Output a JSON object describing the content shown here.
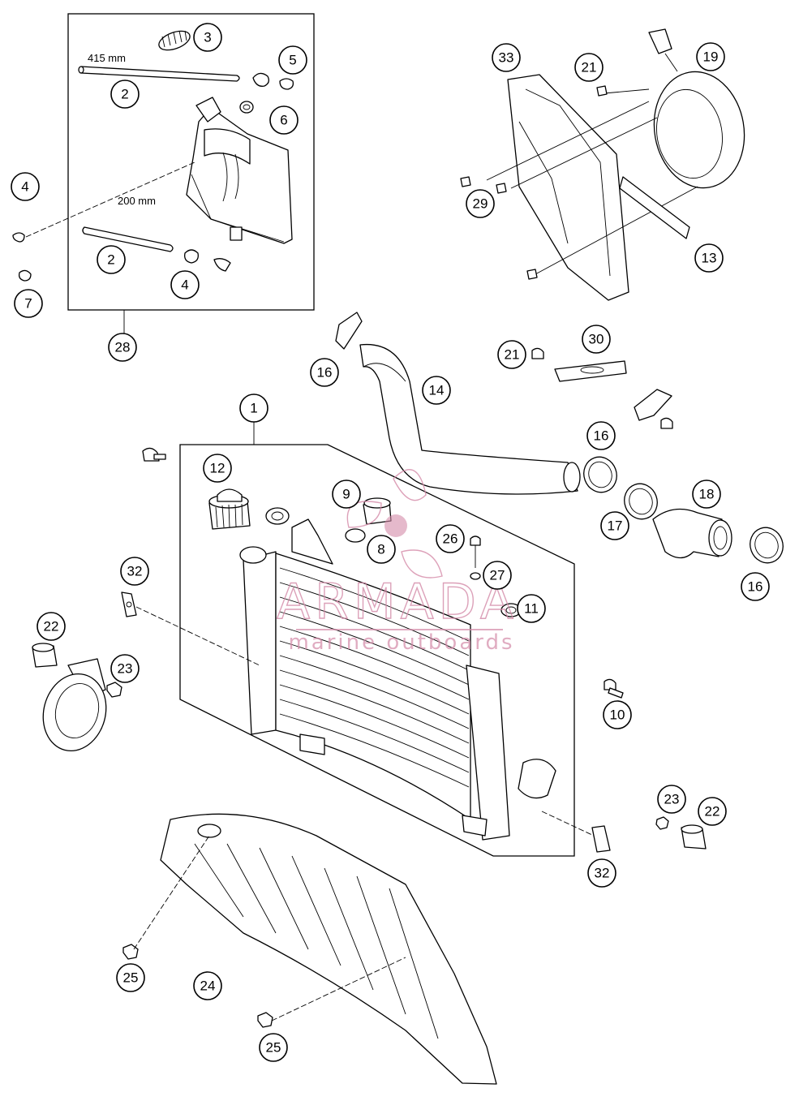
{
  "callouts": [
    {
      "id": "c1",
      "label": "1"
    },
    {
      "id": "c2a",
      "label": "2"
    },
    {
      "id": "c2b",
      "label": "2"
    },
    {
      "id": "c3",
      "label": "3"
    },
    {
      "id": "c4a",
      "label": "4"
    },
    {
      "id": "c4b",
      "label": "4"
    },
    {
      "id": "c5",
      "label": "5"
    },
    {
      "id": "c6",
      "label": "6"
    },
    {
      "id": "c7",
      "label": "7"
    },
    {
      "id": "c8",
      "label": "8"
    },
    {
      "id": "c9",
      "label": "9"
    },
    {
      "id": "c10",
      "label": "10"
    },
    {
      "id": "c11",
      "label": "11"
    },
    {
      "id": "c12",
      "label": "12"
    },
    {
      "id": "c13",
      "label": "13"
    },
    {
      "id": "c14",
      "label": "14"
    },
    {
      "id": "c16a",
      "label": "16"
    },
    {
      "id": "c16b",
      "label": "16"
    },
    {
      "id": "c16c",
      "label": "16"
    },
    {
      "id": "c17",
      "label": "17"
    },
    {
      "id": "c18",
      "label": "18"
    },
    {
      "id": "c19",
      "label": "19"
    },
    {
      "id": "c21a",
      "label": "21"
    },
    {
      "id": "c21b",
      "label": "21"
    },
    {
      "id": "c22a",
      "label": "22"
    },
    {
      "id": "c22b",
      "label": "22"
    },
    {
      "id": "c23a",
      "label": "23"
    },
    {
      "id": "c23b",
      "label": "23"
    },
    {
      "id": "c24",
      "label": "24"
    },
    {
      "id": "c25a",
      "label": "25"
    },
    {
      "id": "c25b",
      "label": "25"
    },
    {
      "id": "c26",
      "label": "26"
    },
    {
      "id": "c27",
      "label": "27"
    },
    {
      "id": "c28",
      "label": "28"
    },
    {
      "id": "c29",
      "label": "29"
    },
    {
      "id": "c30",
      "label": "30"
    },
    {
      "id": "c32a",
      "label": "32"
    },
    {
      "id": "c32b",
      "label": "32"
    },
    {
      "id": "c33",
      "label": "33"
    }
  ],
  "dimensions": {
    "hose_long": "415 mm",
    "hose_short": "200 mm"
  },
  "watermark": {
    "brand": "ARMADA",
    "tagline": "marine outboards",
    "color": "#d48aa8"
  }
}
